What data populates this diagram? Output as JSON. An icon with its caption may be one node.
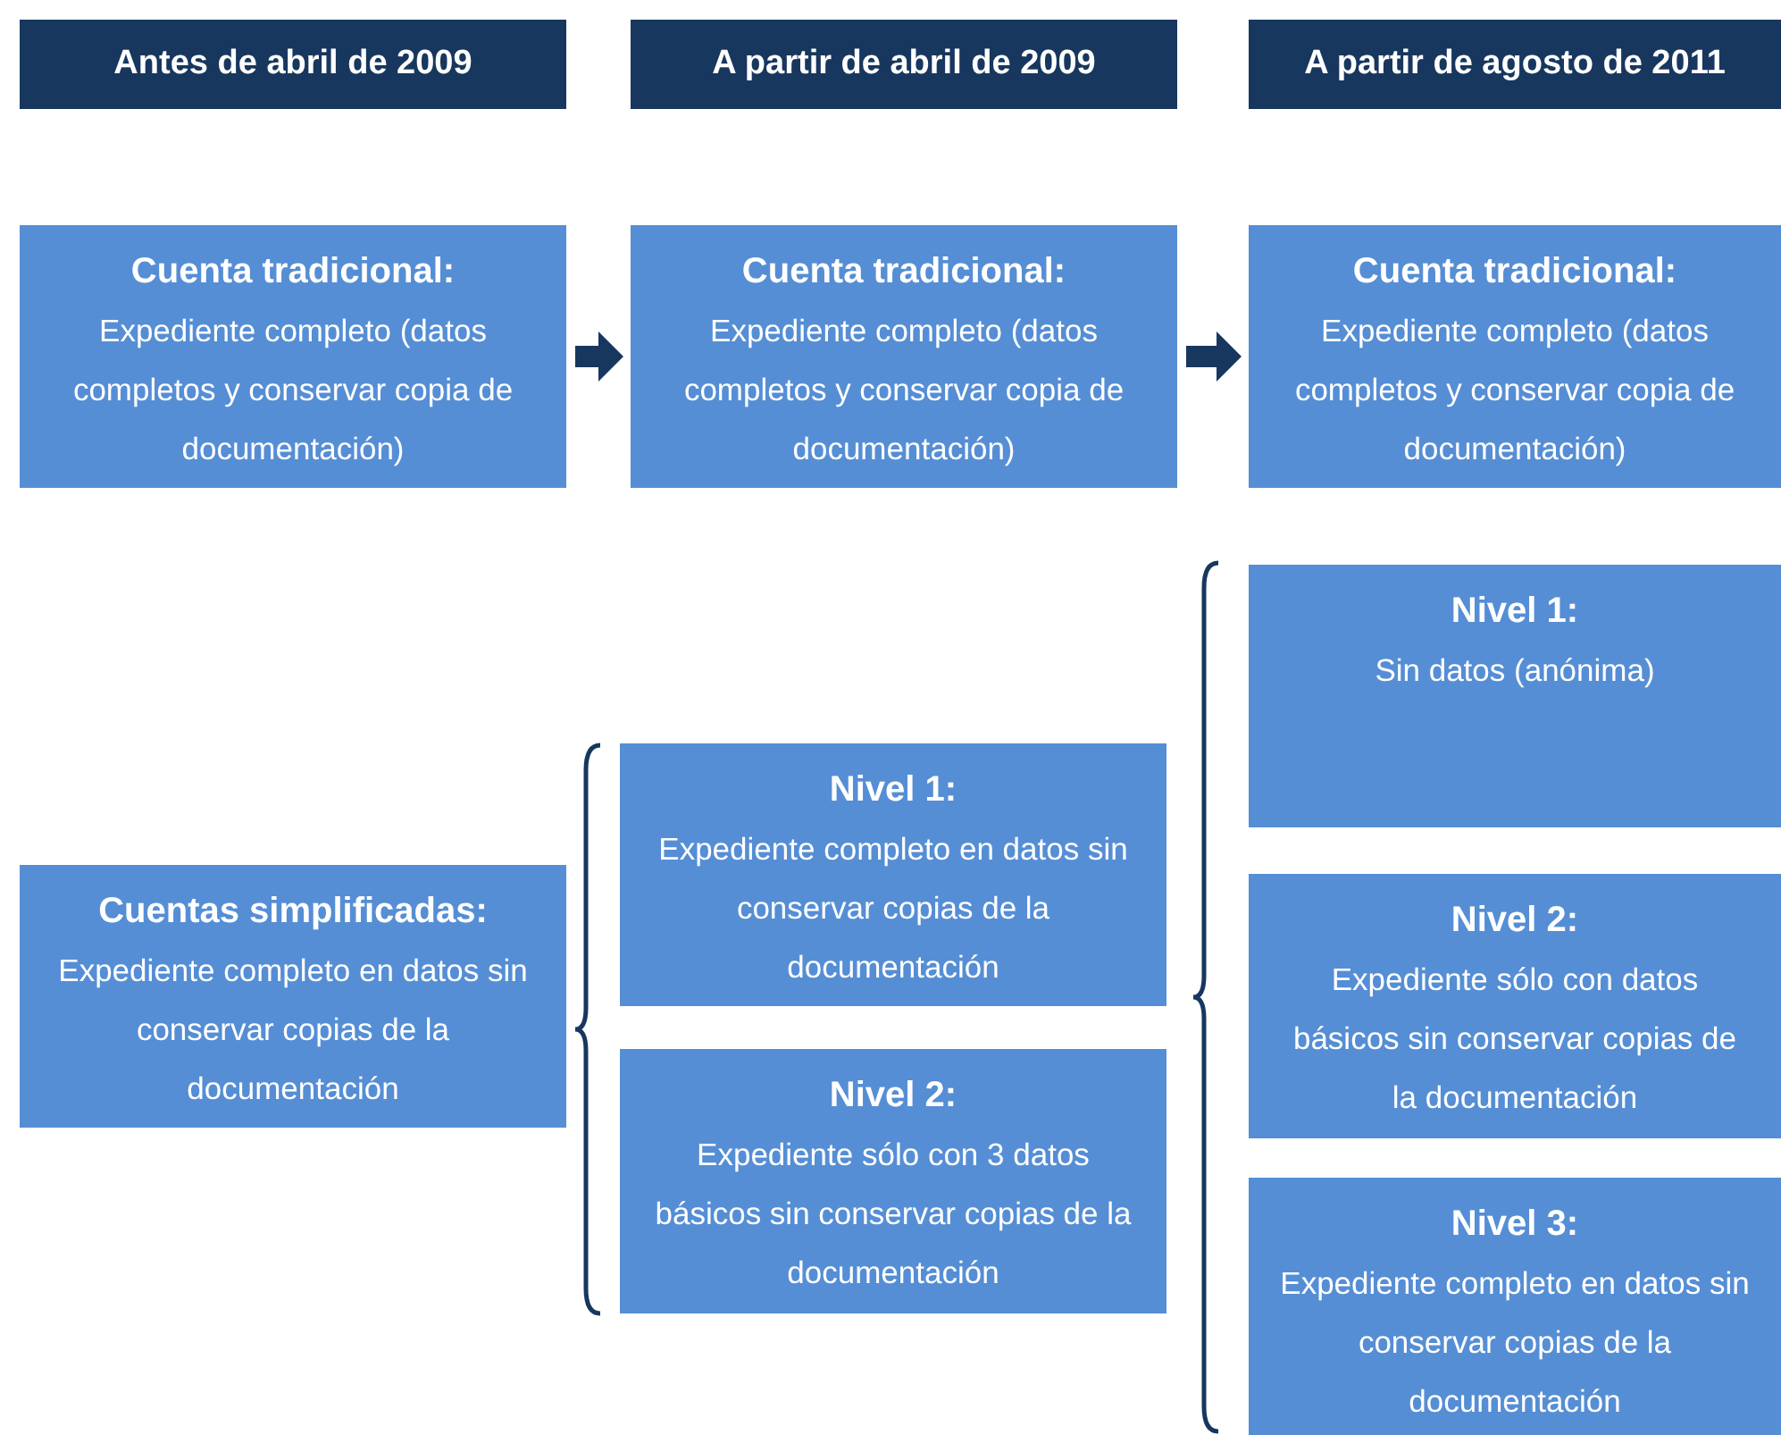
{
  "diagram": {
    "nodes": [
      {
        "text": [
          "Antes de abril de 2009"
        ]
      },
      {
        "text": [
          "A partir de abril de 2009"
        ]
      },
      {
        "text": [
          "A partir de agosto de 2011"
        ]
      },
      {
        "text": [
          "Cuenta tradicional:",
          "Expediente completo (datos completos y conservar copia de documentación)"
        ]
      },
      {
        "text": [
          "Cuenta tradicional:",
          "Expediente completo (datos completos y conservar copia de documentación)"
        ]
      },
      {
        "text": [
          "Cuenta tradicional:",
          "Expediente completo (datos completos y conservar copia de documentación)"
        ]
      },
      {
        "text": [
          "Cuentas simplificadas:",
          "Expediente completo en datos sin conservar copias de la documentación"
        ]
      },
      {
        "text": [
          "Nivel 1:",
          "Expediente completo en datos sin conservar copias de la documentación"
        ]
      },
      {
        "text": [
          "Nivel 2:",
          "Expediente sólo con 3 datos básicos sin conservar copias de la documentación"
        ]
      },
      {
        "text": [
          "Nivel 1:",
          "Sin datos (anónima)"
        ]
      },
      {
        "text": [
          "Nivel 2:",
          "Expediente sólo con datos básicos sin conservar copias de la documentación"
        ]
      },
      {
        "text": [
          "Nivel 3:",
          "Expediente completo en datos sin conservar copias de la documentación"
        ]
      }
    ],
    "edges": [
      {
        "from": 3,
        "to": 4,
        "arrow": "to"
      },
      {
        "from": 4,
        "to": 5,
        "arrow": "to"
      }
    ]
  }
}
